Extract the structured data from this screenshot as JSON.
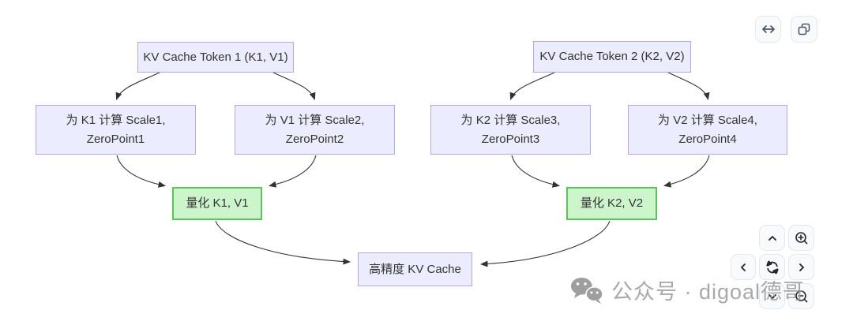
{
  "colors": {
    "node-fill": "#ececff",
    "node-border": "#b5a7e0",
    "green-fill": "#ccf5cc",
    "green-border": "#5cc25c",
    "edge": "#333333",
    "node-text": "#333333",
    "btn-bg": "#f8fafc",
    "btn-border": "#e2e8f0",
    "icon": "#475569",
    "icon-dark": "#24292f",
    "watermark": "rgba(150,150,150,0.82)"
  },
  "diagram": {
    "type": "flowchart",
    "nodes": [
      {
        "id": "token1",
        "label": "KV Cache Token 1 (K1, V1)",
        "style": "lavender"
      },
      {
        "id": "calc-scale1",
        "label": "为 K1 计算 Scale1,\nZeroPoint1",
        "style": "lavender"
      },
      {
        "id": "calc-scale2",
        "label": "为 V1 计算 Scale2,\nZeroPoint2",
        "style": "lavender"
      },
      {
        "id": "quantize1",
        "label": "量化 K1, V1",
        "style": "green"
      },
      {
        "id": "token2",
        "label": "KV Cache Token 2 (K2, V2)",
        "style": "lavender"
      },
      {
        "id": "calc-scale3",
        "label": "为 K2 计算 Scale3,\nZeroPoint3",
        "style": "lavender"
      },
      {
        "id": "calc-scale4",
        "label": "为 V2 计算 Scale4,\nZeroPoint4",
        "style": "lavender"
      },
      {
        "id": "quantize2",
        "label": "量化 K2, V2",
        "style": "green"
      },
      {
        "id": "hp-kv-cache",
        "label": "高精度 KV Cache",
        "style": "lavender"
      }
    ],
    "edges": [
      {
        "from": "token1",
        "to": "calc-scale1"
      },
      {
        "from": "token1",
        "to": "calc-scale2"
      },
      {
        "from": "token2",
        "to": "calc-scale3"
      },
      {
        "from": "token2",
        "to": "calc-scale4"
      },
      {
        "from": "calc-scale1",
        "to": "quantize1"
      },
      {
        "from": "calc-scale2",
        "to": "quantize1"
      },
      {
        "from": "calc-scale3",
        "to": "quantize2"
      },
      {
        "from": "calc-scale4",
        "to": "quantize2"
      },
      {
        "from": "quantize1",
        "to": "hp-kv-cache"
      },
      {
        "from": "quantize2",
        "to": "hp-kv-cache"
      }
    ]
  },
  "toolbar": {
    "buttons": [
      {
        "id": "expand",
        "icon": "expand-horizontal-icon"
      },
      {
        "id": "copy",
        "icon": "copy-icon"
      }
    ]
  },
  "pan_zoom_controls": {
    "buttons": [
      {
        "id": "pan-up",
        "icon": "chevron-up-icon"
      },
      {
        "id": "zoom-in",
        "icon": "zoom-in-icon"
      },
      {
        "id": "pan-left",
        "icon": "chevron-left-icon"
      },
      {
        "id": "reset-view",
        "icon": "reset-icon"
      },
      {
        "id": "pan-right",
        "icon": "chevron-right-icon"
      },
      {
        "id": "pan-down",
        "icon": "chevron-down-icon"
      },
      {
        "id": "zoom-out",
        "icon": "zoom-out-icon"
      }
    ]
  },
  "watermark": {
    "icon": "wechat-icon",
    "text": "公众号 · digoal德哥"
  }
}
